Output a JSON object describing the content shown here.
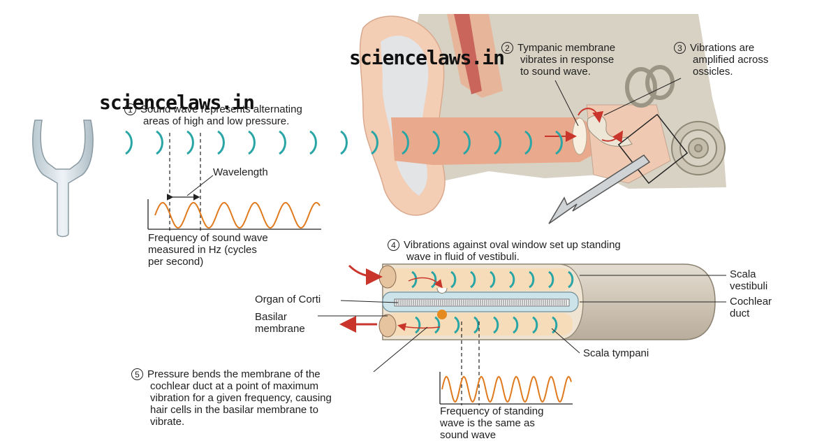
{
  "watermarks": [
    "sciencelaws.in",
    "sciencelaws.in"
  ],
  "steps": [
    {
      "num": "1",
      "text": [
        "Sound wave represents alternating",
        "areas of high and low pressure."
      ]
    },
    {
      "num": "2",
      "text": [
        "Tympanic membrane",
        "vibrates in response",
        "to sound wave."
      ]
    },
    {
      "num": "3",
      "text": [
        "Vibrations are",
        "amplified across",
        "ossicles."
      ]
    },
    {
      "num": "4",
      "text": [
        "Vibrations against oval window set up standing",
        "wave in fluid of vestibuli."
      ]
    },
    {
      "num": "5",
      "text": [
        "Pressure bends the membrane of the",
        "cochlear duct at a point of maximum",
        "vibration for a given frequency, causing",
        "hair cells in the basilar membrane to",
        "vibrate."
      ]
    }
  ],
  "labels": {
    "wavelength": "Wavelength",
    "sound_frequency": [
      "Frequency of sound wave",
      "measured in Hz (cycles",
      "per second)"
    ],
    "standing_frequency": [
      "Frequency of standing",
      "wave is the same as",
      "sound wave"
    ],
    "organ_of_corti": "Organ of Corti",
    "basilar_membrane": [
      "Basilar",
      "membrane"
    ],
    "scala_vestibuli": [
      "Scala",
      "vestibuli"
    ],
    "cochlear_duct": [
      "Cochlear",
      "duct"
    ],
    "scala_tympani": "Scala tympani"
  },
  "colors": {
    "wave_teal": "#2aa5a5",
    "sine_orange": "#e07a1e",
    "arrow_red": "#c9352a",
    "skin": "#f3cdb4",
    "canal": "#e9a98c",
    "bone": "#d8d2c4",
    "cartilage": "#e0e8ee",
    "cochlea_tube": "#d6cdbf",
    "fluid": "#f6dcb9"
  }
}
